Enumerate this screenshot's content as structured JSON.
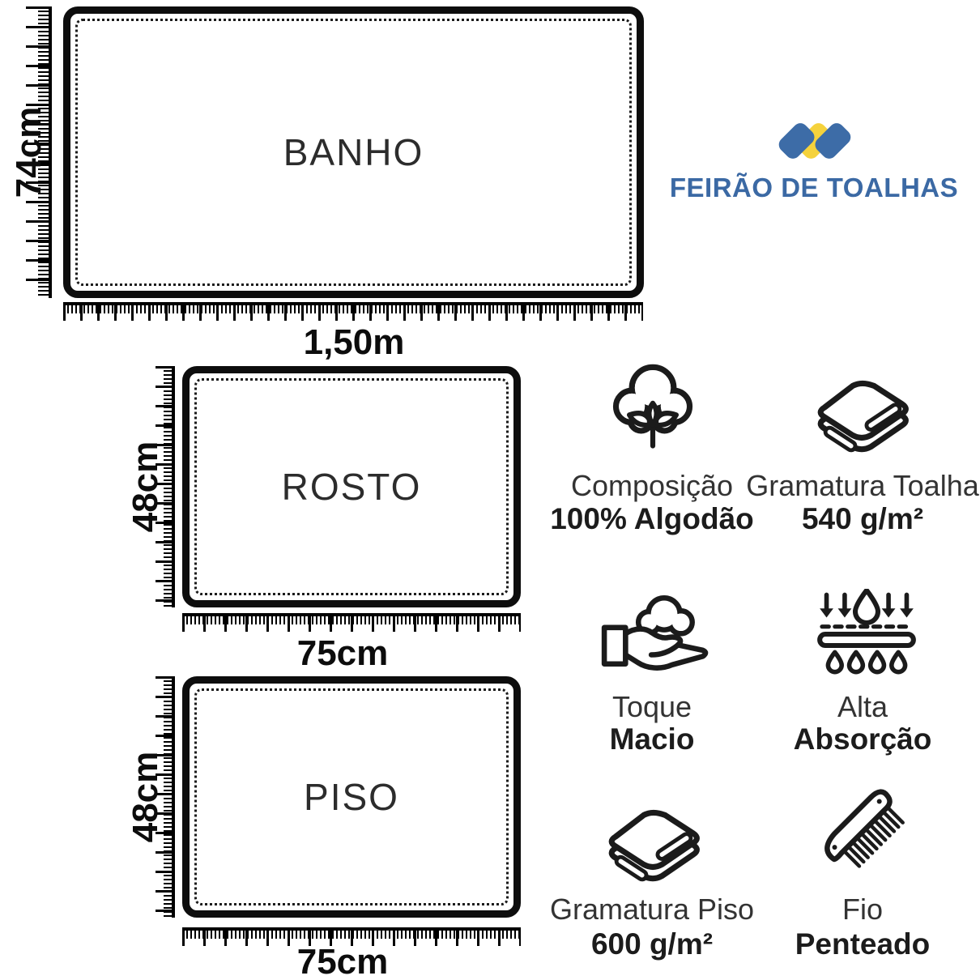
{
  "brand": {
    "name": "FEIRÃO DE TOALHAS",
    "colors": {
      "blue": "#3D6CA7",
      "yellow": "#F5D23C",
      "text_blue": "#3B69A4"
    }
  },
  "towels": [
    {
      "name": "BANHO",
      "height": "74cm",
      "width": "1,50m"
    },
    {
      "name": "ROSTO",
      "height": "48cm",
      "width": "75cm"
    },
    {
      "name": "PISO",
      "height": "48cm",
      "width": "75cm"
    }
  ],
  "features": [
    {
      "icon": "cotton-icon",
      "title": "Composição",
      "value": "100% Algodão"
    },
    {
      "icon": "folded-towel-icon",
      "title": "Gramatura Toalha",
      "value": "540 g/m²"
    },
    {
      "icon": "hand-soft-icon",
      "title": "Toque",
      "value": "Macio"
    },
    {
      "icon": "absorption-icon",
      "title": "Alta",
      "value": "Absorção"
    },
    {
      "icon": "folded-towel-icon",
      "title": "Gramatura Piso",
      "value": "600 g/m²"
    },
    {
      "icon": "comb-icon",
      "title": "Fio",
      "value": "Penteado"
    }
  ]
}
